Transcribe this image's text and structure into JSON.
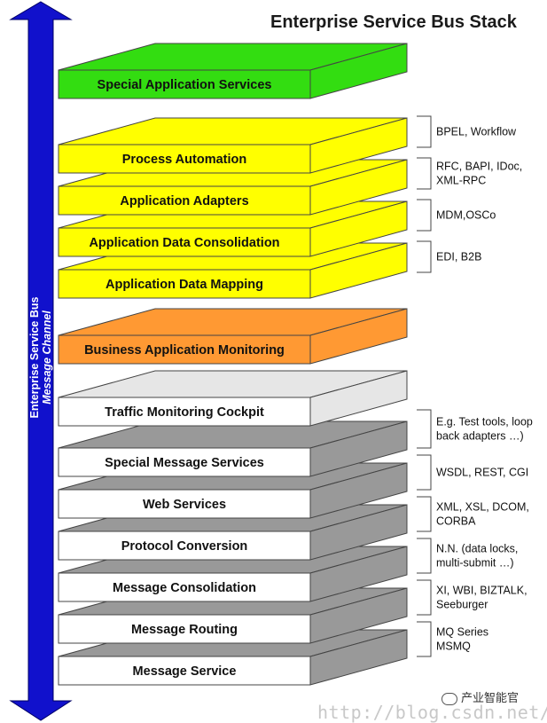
{
  "title": "Enterprise Service Bus Stack",
  "bus": {
    "label": "Enterprise Service Bus",
    "sublabel": "Message Channel"
  },
  "layers": [
    {
      "name": "Special Application Services",
      "color": "#33dd11"
    },
    {
      "name": "Process Automation",
      "color": "#ffff00"
    },
    {
      "name": "Application Adapters",
      "color": "#ffff00"
    },
    {
      "name": "Application Data Consolidation",
      "color": "#ffff00"
    },
    {
      "name": "Application Data Mapping",
      "color": "#ffff00"
    },
    {
      "name": "Business Application Monitoring",
      "color": "#ff9933"
    },
    {
      "name": "Traffic Monitoring Cockpit",
      "color": "#e6e6e6"
    },
    {
      "name": "Special Message Services",
      "color": "#999999"
    },
    {
      "name": "Web Services",
      "color": "#999999"
    },
    {
      "name": "Protocol Conversion",
      "color": "#999999"
    },
    {
      "name": "Message Consolidation",
      "color": "#999999"
    },
    {
      "name": "Message Routing",
      "color": "#999999"
    },
    {
      "name": "Message Service",
      "color": "#999999"
    }
  ],
  "annotations": [
    {
      "lines": [
        "BPEL, Workflow"
      ]
    },
    {
      "lines": [
        "RFC, BAPI, IDoc,",
        "XML-RPC"
      ]
    },
    {
      "lines": [
        "MDM,OSCo"
      ]
    },
    {
      "lines": [
        "EDI, B2B"
      ]
    },
    {
      "lines": [
        "E.g. Test tools, loop",
        "back adapters …)"
      ]
    },
    {
      "lines": [
        "WSDL, REST, CGI"
      ]
    },
    {
      "lines": [
        "XML, XSL, DCOM,",
        "CORBA"
      ]
    },
    {
      "lines": [
        "N.N. (data locks,",
        "multi-submit …)"
      ]
    },
    {
      "lines": [
        "XI, WBI, BIZTALK,",
        "Seeburger"
      ]
    },
    {
      "lines": [
        "MQ Series",
        "MSMQ"
      ]
    }
  ],
  "watermark": "http://blog.csdn.net/",
  "brand": "产业智能官",
  "colors": {
    "bus": "#1111cc",
    "front_face": "#ffffff"
  }
}
